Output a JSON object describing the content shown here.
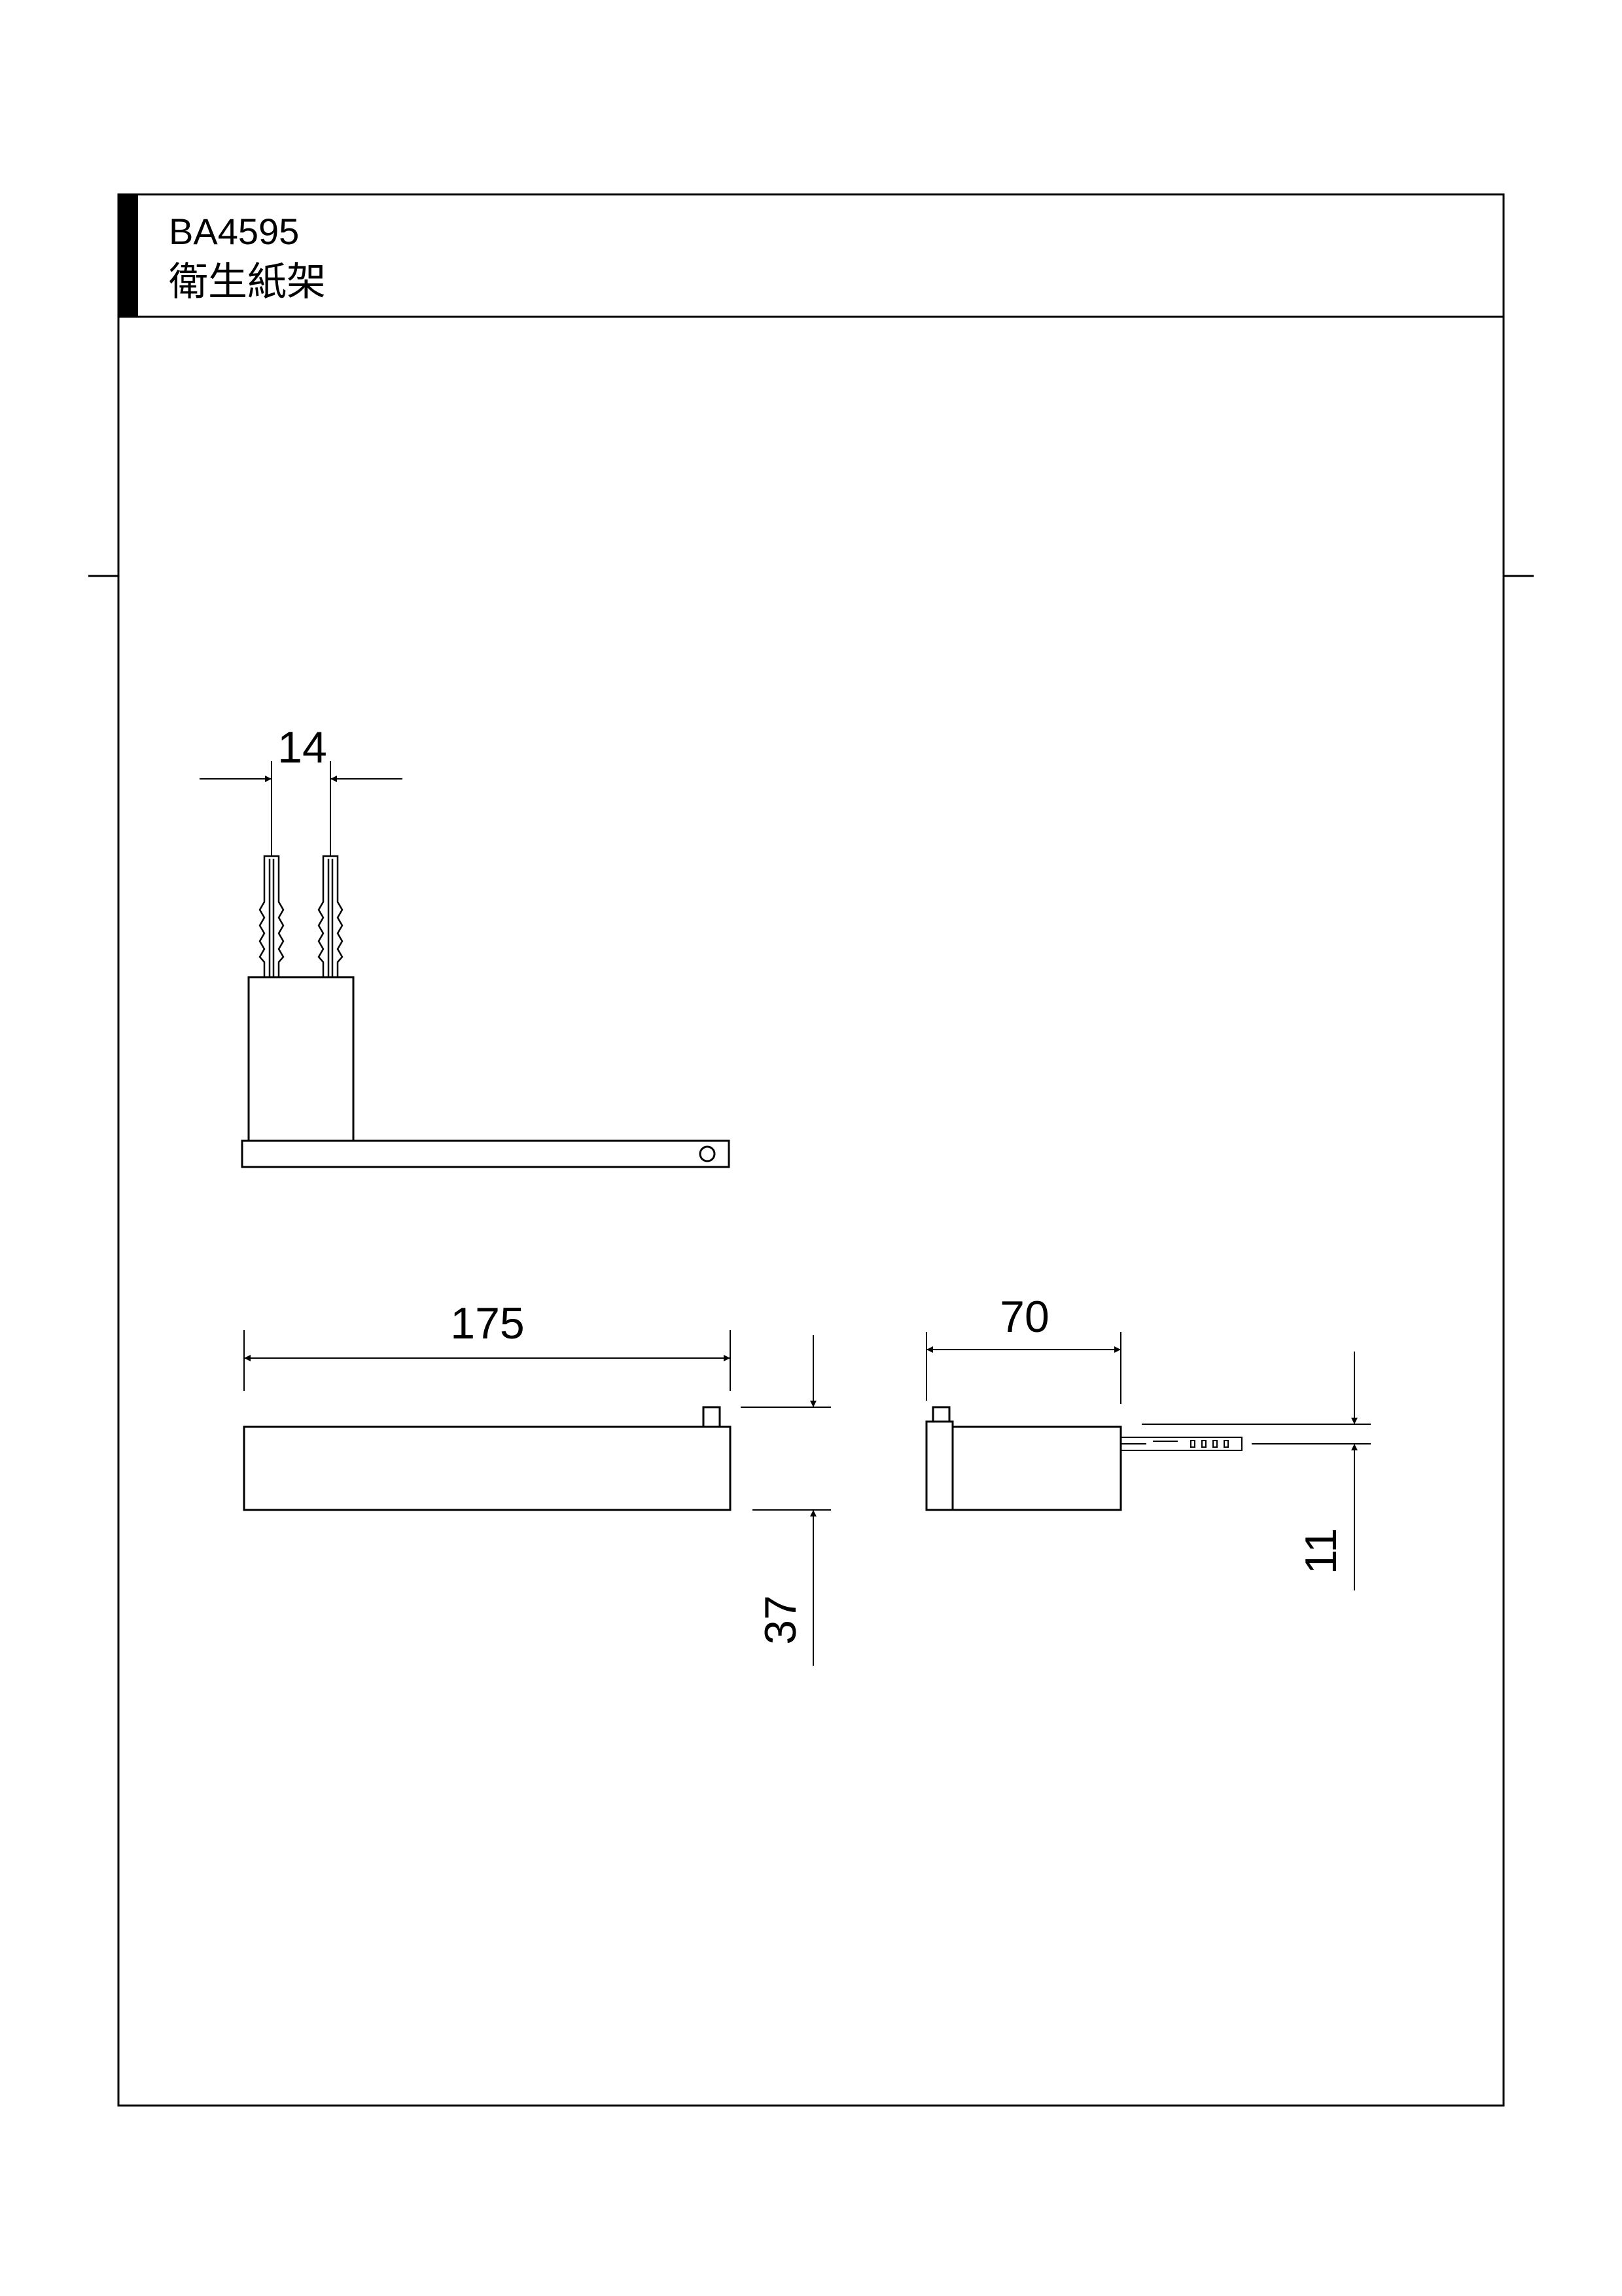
{
  "header": {
    "model_code": "BA4595",
    "product_name": "衛生紙架"
  },
  "dimensions": {
    "anchor_spacing": "14",
    "length": "175",
    "depth": "70",
    "height": "37",
    "offset": "11"
  },
  "colors": {
    "line": "#000000",
    "background": "#ffffff",
    "title_bar": "#000000"
  }
}
